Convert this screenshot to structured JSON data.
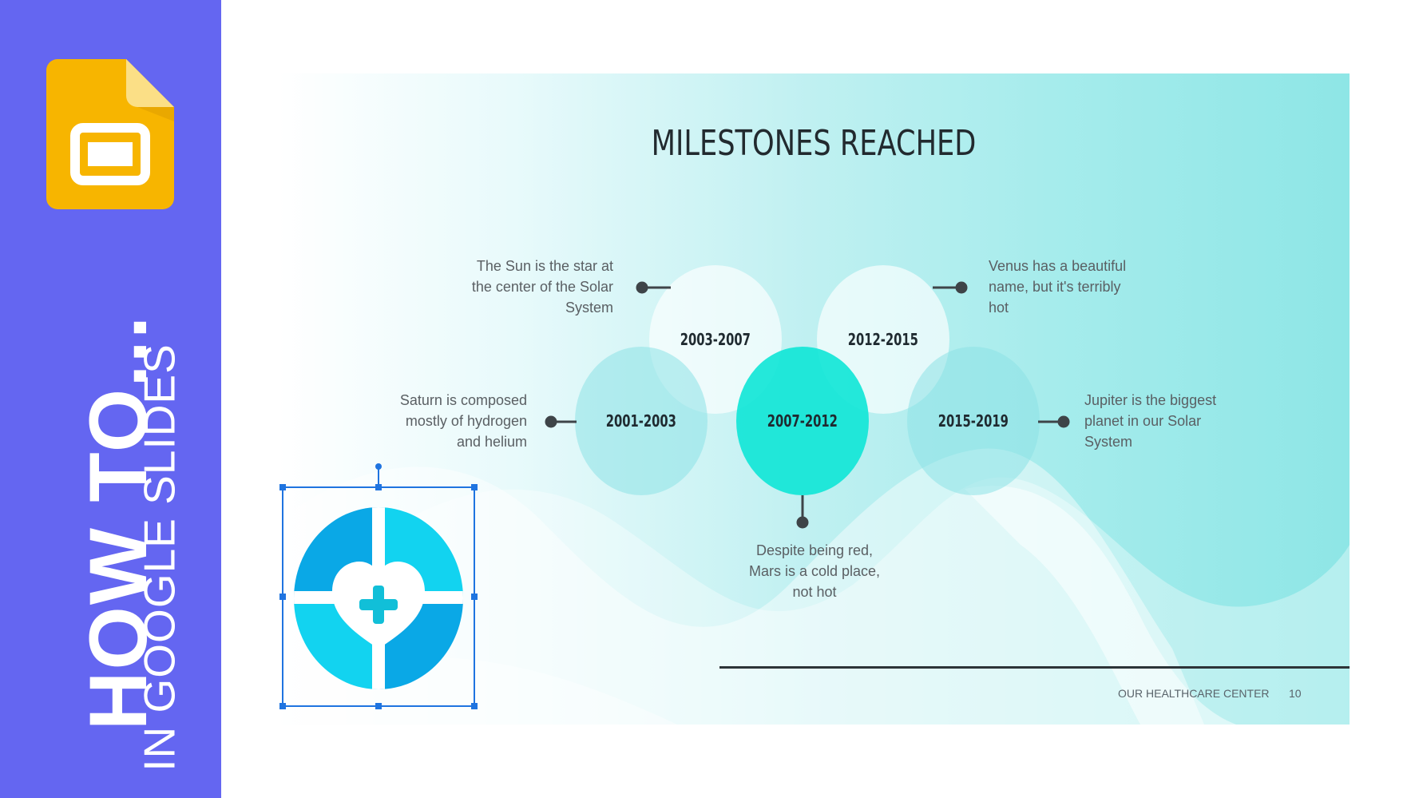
{
  "banner": {
    "how_to": "HOW TO...",
    "subtitle": "IN GOOGLE SLIDES",
    "logo_icon": "google-slides-icon",
    "color": "#6466f1"
  },
  "slide": {
    "title": "MILESTONES REACHED",
    "milestones": [
      {
        "years": "2003-2007"
      },
      {
        "years": "2012-2015"
      },
      {
        "years": "2001-2003"
      },
      {
        "years": "2007-2012"
      },
      {
        "years": "2015-2019"
      }
    ],
    "descriptions": {
      "sun": "The Sun is the star at\nthe center of the Solar\nSystem",
      "venus": "Venus has a beautiful\nname, but it's terribly\nhot",
      "saturn": "Saturn is composed\nmostly of hydrogen\nand helium",
      "jupiter": "Jupiter is the biggest\nplanet in our Solar\nSystem",
      "mars": "Despite being red,\nMars is a cold place,\nnot hot"
    },
    "footer": "OUR HEALTHCARE CENTER",
    "page_number": "10",
    "selected_element_icon": "healthcare-heart-cross-icon",
    "accent": "#12e6d7"
  }
}
